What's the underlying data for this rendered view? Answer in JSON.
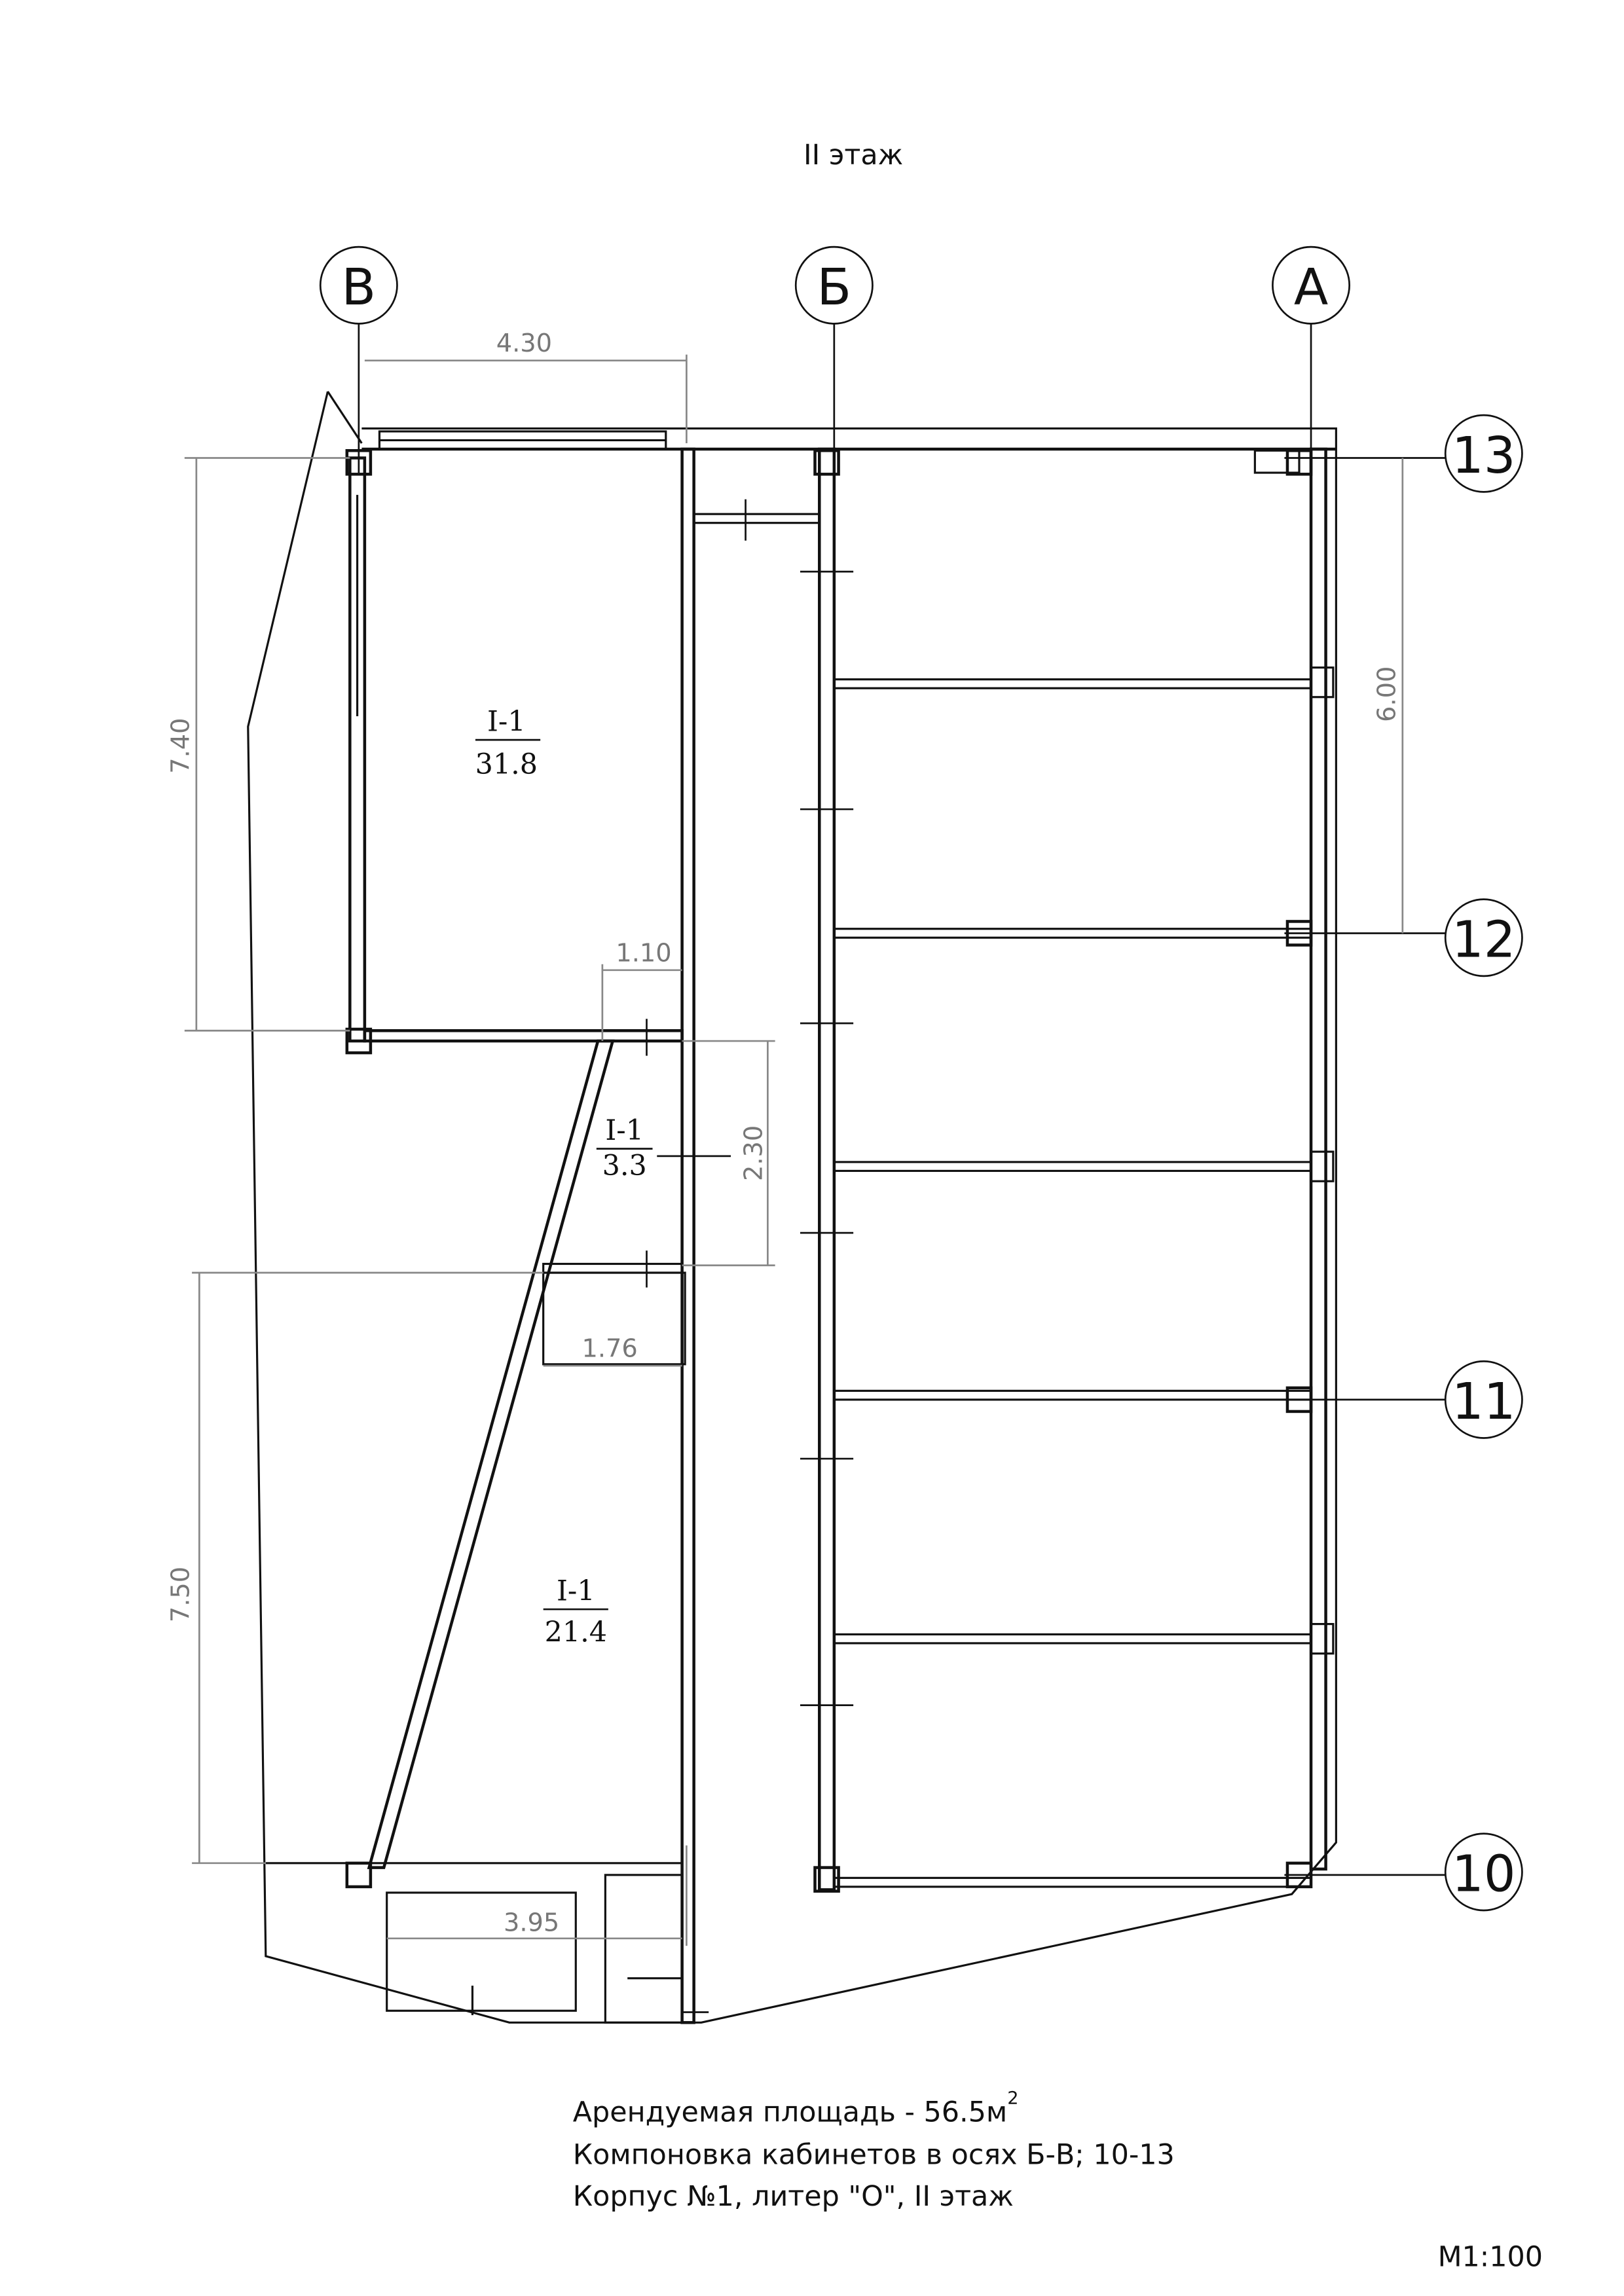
{
  "title": "II этаж",
  "axes": {
    "columns": [
      "В",
      "Б",
      "А"
    ],
    "rows": [
      "13",
      "12",
      "11",
      "10"
    ]
  },
  "dimensions": {
    "d430": "4.30",
    "d740": "7.40",
    "d600": "6.00",
    "d110": "1.10",
    "d230": "2.30",
    "d176": "1.76",
    "d750": "7.50",
    "d395": "3.95"
  },
  "rooms": [
    {
      "code": "I-1",
      "area": "31.8"
    },
    {
      "code": "I-1",
      "area": "3.3"
    },
    {
      "code": "I-1",
      "area": "21.4"
    }
  ],
  "footer": {
    "line1": "Арендуемая площадь - 56.5м",
    "line1_sup": "2",
    "line2": "Компоновка кабинетов в осях Б-В; 10-13",
    "line3": "Корпус №1, литер \"О\", II этаж"
  },
  "scale": "М1:100"
}
